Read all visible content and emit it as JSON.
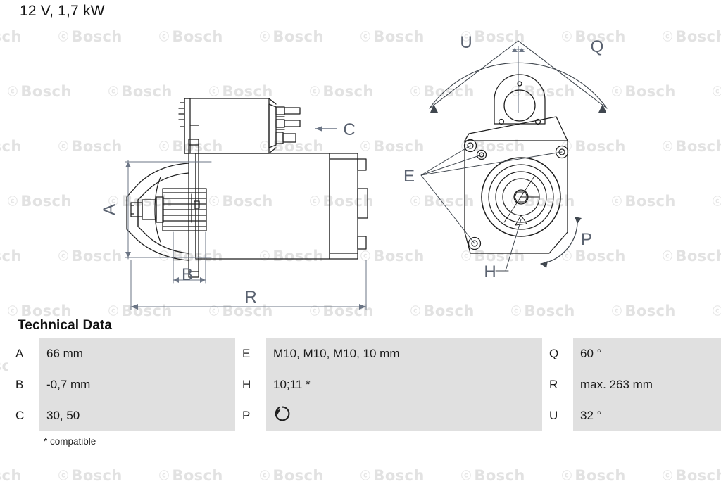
{
  "page": {
    "title": "12 V, 1,7 kW",
    "watermark_text": "Bosch"
  },
  "drawings": {
    "side_view": {
      "name": "starter-motor-side-view",
      "dimension_labels": [
        "A",
        "B",
        "R"
      ],
      "callout_labels": [
        "C"
      ]
    },
    "end_view": {
      "name": "starter-motor-end-view",
      "angle_labels": [
        "U",
        "Q"
      ],
      "callout_labels": [
        "E",
        "H"
      ],
      "rotation_label": "P"
    }
  },
  "technical_data": {
    "heading": "Technical Data",
    "footnote": "* compatible",
    "rows": [
      {
        "key1": "A",
        "val1": "66 mm",
        "key2": "E",
        "val2": "M10, M10, M10, 10 mm",
        "key3": "Q",
        "val3": "60 °"
      },
      {
        "key1": "B",
        "val1": "-0,7 mm",
        "key2": "H",
        "val2": "10;11 *",
        "key3": "R",
        "val3": "max. 263 mm"
      },
      {
        "key1": "C",
        "val1": "30, 50",
        "key2": "P",
        "val2": "",
        "key3": "U",
        "val3": "32 °"
      }
    ],
    "p_icon": "counterclockwise-rotation-icon"
  },
  "colors": {
    "drawing_line": "#1f1f1f",
    "dimension_line": "#6b7585",
    "table_value_bg": "#e0e0e0",
    "table_border": "#cfcfcf",
    "watermark": "#e2e2e2"
  }
}
